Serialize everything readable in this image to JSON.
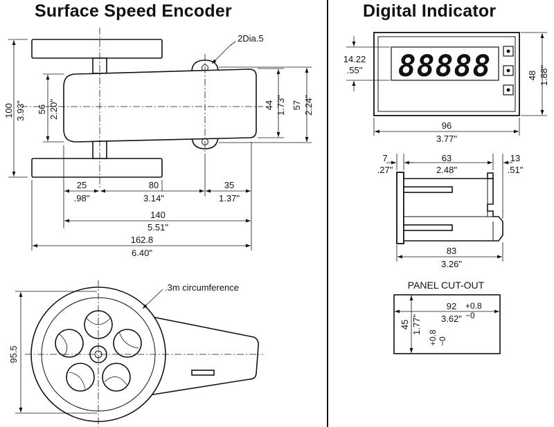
{
  "encoder": {
    "title": "Surface Speed Encoder",
    "top_view": {
      "hole_label": "2Dia.5",
      "dims": {
        "d100": "100",
        "d3_93": "3.93\"",
        "d56": "56",
        "d2_20": "2.20\"",
        "d44": "44",
        "d1_73": "1.73\"",
        "d57": "57",
        "d2_24": "2.24\"",
        "d25": "25",
        "d_98": ".98\"",
        "d80": "80",
        "d3_14": "3.14\"",
        "d35": "35",
        "d1_37": "1.37\"",
        "d140": "140",
        "d5_51": "5.51\"",
        "d162_8": "162.8",
        "d6_40": "6.40\""
      }
    },
    "side_view": {
      "circumference_label": ".3m circumference",
      "d95_5": "95.5"
    }
  },
  "indicator": {
    "title": "Digital Indicator",
    "display_value": "88888",
    "front": {
      "d14_22": "14.22",
      "d_55": ".55\"",
      "d48": "48",
      "d1_88": "1.88\"",
      "d96": "96",
      "d3_77": "3.77\""
    },
    "side": {
      "d7": "7",
      "d_27": ".27\"",
      "d63": "63",
      "d2_48": "2.48\"",
      "d13": "13",
      "d_51": ".51\"",
      "d83": "83",
      "d3_26": "3.26\""
    },
    "cutout": {
      "label": "PANEL CUT-OUT",
      "d92": "92",
      "d3_62": "3.62\"",
      "tol_w_plus": "+0.8",
      "tol_w_minus": "−0",
      "d45": "45",
      "d1_77": "1.77\"",
      "tol_h_plus": "+0.8",
      "tol_h_minus": "−0"
    }
  }
}
